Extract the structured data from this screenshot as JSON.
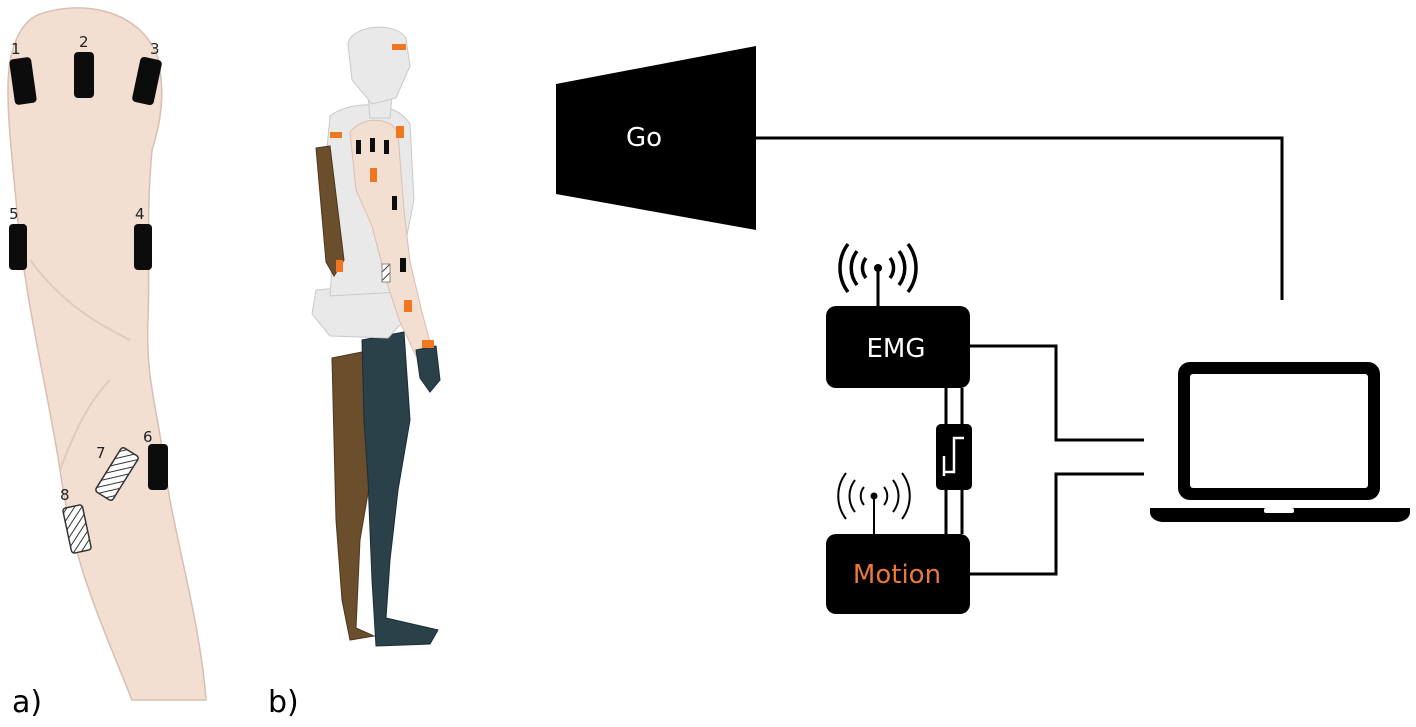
{
  "colors": {
    "skin": "#f3ded2",
    "skin_shade": "#e2c9bb",
    "electrode": "#0c0c0c",
    "marker": "#f0771f",
    "box": "#000000",
    "emg_text": "#ffffff",
    "motion_text": "#e8793a",
    "go_text": "#ffffff",
    "wire": "#000000",
    "model_white": "#e9e9e9",
    "model_brown": "#6b4e2c",
    "model_teal": "#2a4149"
  },
  "figure": {
    "panel_a": "a)",
    "panel_b": "b)"
  },
  "arm": {
    "electrodes": [
      {
        "label": "1",
        "style": "solid"
      },
      {
        "label": "2",
        "style": "solid"
      },
      {
        "label": "3",
        "style": "solid"
      },
      {
        "label": "4",
        "style": "solid"
      },
      {
        "label": "5",
        "style": "solid"
      },
      {
        "label": "6",
        "style": "solid"
      },
      {
        "label": "7",
        "style": "hatched"
      },
      {
        "label": "8",
        "style": "hatched"
      }
    ]
  },
  "setup": {
    "screen_label": "Go",
    "emg_label": "EMG",
    "motion_label": "Motion",
    "emg_antenna": "wireless-signal-icon",
    "motion_antenna": "wireless-signal-icon",
    "sync_module": "sync-pulse-icon",
    "computer": "laptop-icon"
  }
}
